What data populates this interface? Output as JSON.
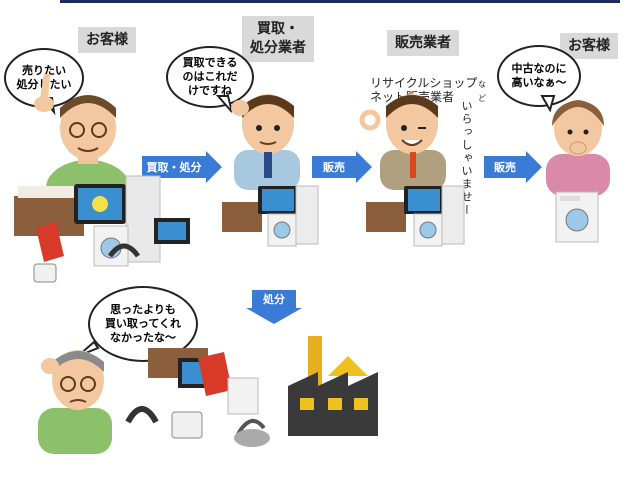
{
  "labels": {
    "customer_left": "お客様",
    "buyer": "買取・\n処分業者",
    "seller": "販売業者",
    "customer_right": "お客様"
  },
  "bubbles": {
    "customer_left": "売りたい\n処分したい",
    "buyer": "買取できる\nのはこれだ\nけですね",
    "customer_right": "中古なのに\n高いなぁ〜",
    "disappointed": "思ったよりも\n買い取ってくれ\nなかったな〜"
  },
  "seller_name": {
    "main": "リサイクルショップ\nネット販売業者",
    "suffix": "など"
  },
  "seller_speech": "いらっしゃいませー",
  "arrows": {
    "buy_dispose": "買取・処分",
    "sell_1": "販売",
    "sell_2": "販売",
    "dispose": "処分"
  },
  "colors": {
    "arrow": "#3a7bd5",
    "label_bg": "#d9d9d9",
    "title_bar": "#1b2b5e"
  }
}
